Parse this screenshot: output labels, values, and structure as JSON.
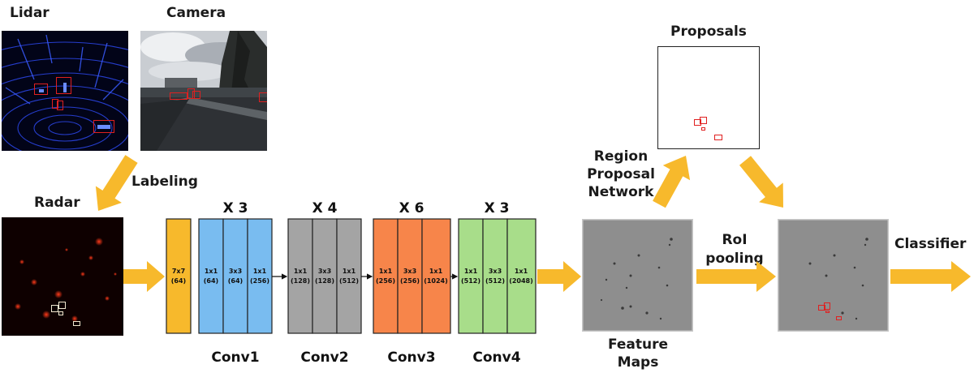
{
  "labels": {
    "lidar": "Lidar",
    "camera": "Camera",
    "radar": "Radar",
    "labeling": "Labeling",
    "proposals": "Proposals",
    "rpn": [
      "Region",
      "Proposal",
      "Network"
    ],
    "roi": [
      "RoI",
      "pooling"
    ],
    "classifier": "Classifier",
    "feature_maps": [
      "Feature",
      "Maps"
    ]
  },
  "colors": {
    "arrow": "#f7b92c",
    "stem": "#f7b92c",
    "conv1": "#79bcf0",
    "conv2": "#a4a4a4",
    "conv3": "#f7854a",
    "conv4": "#a8dd8a",
    "box": "#e02020"
  },
  "network": {
    "stem": {
      "line1": "7x7",
      "line2": "(64)"
    },
    "blocks": [
      {
        "name": "Conv1",
        "repeat": "X 3",
        "color_key": "conv1",
        "cells": [
          {
            "k": "1x1",
            "c": "(64)"
          },
          {
            "k": "3x3",
            "c": "(64)"
          },
          {
            "k": "1x1",
            "c": "(256)"
          }
        ]
      },
      {
        "name": "Conv2",
        "repeat": "X 4",
        "color_key": "conv2",
        "cells": [
          {
            "k": "1x1",
            "c": "(128)"
          },
          {
            "k": "3x3",
            "c": "(128)"
          },
          {
            "k": "1x1",
            "c": "(512)"
          }
        ]
      },
      {
        "name": "Conv3",
        "repeat": "X 6",
        "color_key": "conv3",
        "cells": [
          {
            "k": "1x1",
            "c": "(256)"
          },
          {
            "k": "3x3",
            "c": "(256)"
          },
          {
            "k": "1x1",
            "c": "(1024)"
          }
        ]
      },
      {
        "name": "Conv4",
        "repeat": "X 3",
        "color_key": "conv4",
        "cells": [
          {
            "k": "1x1",
            "c": "(512)"
          },
          {
            "k": "3x3",
            "c": "(512)"
          },
          {
            "k": "1x1",
            "c": "(2048)"
          }
        ]
      }
    ]
  }
}
